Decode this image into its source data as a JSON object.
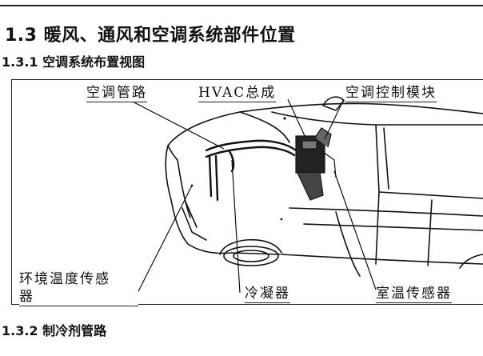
{
  "page": {
    "section_title": "1.3 暖风、通风和空调系统部件位置",
    "subsection_layout": "1.3.1 空调系统布置视图",
    "subsection_piping": "1.3.2 制冷剂管路"
  },
  "figure": {
    "labels": {
      "ac_pipe": "空调管路",
      "hvac": "HVAC总成",
      "ac_control": "空调控制模块",
      "ambient_sensor_line1": "环境温度传感",
      "ambient_sensor_line2": "器",
      "condenser": "冷凝器",
      "cabin_sensor": "室温传感器"
    }
  }
}
